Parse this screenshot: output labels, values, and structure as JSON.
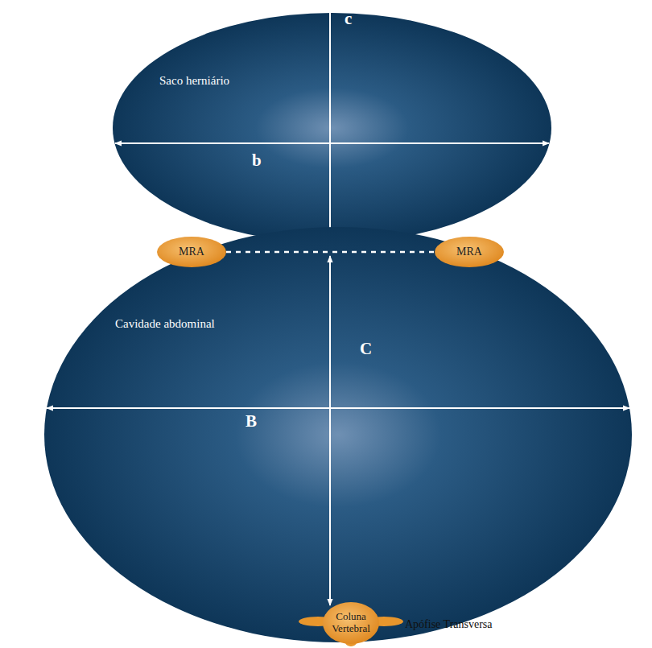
{
  "diagram": {
    "nodes": [
      {
        "text": [
          "Saco herniário"
        ]
      },
      {
        "text": [
          "Cavidade abdominal"
        ]
      },
      {
        "text": [
          "MRA"
        ]
      },
      {
        "text": [
          "MRA"
        ]
      },
      {
        "text": [
          "Coluna Vertebral"
        ]
      }
    ],
    "edges": [
      {
        "from": 2,
        "to": 3,
        "arrow": "none"
      }
    ],
    "labels": [
      "c",
      "b",
      "C",
      "B",
      "Apófise Transversa"
    ]
  }
}
